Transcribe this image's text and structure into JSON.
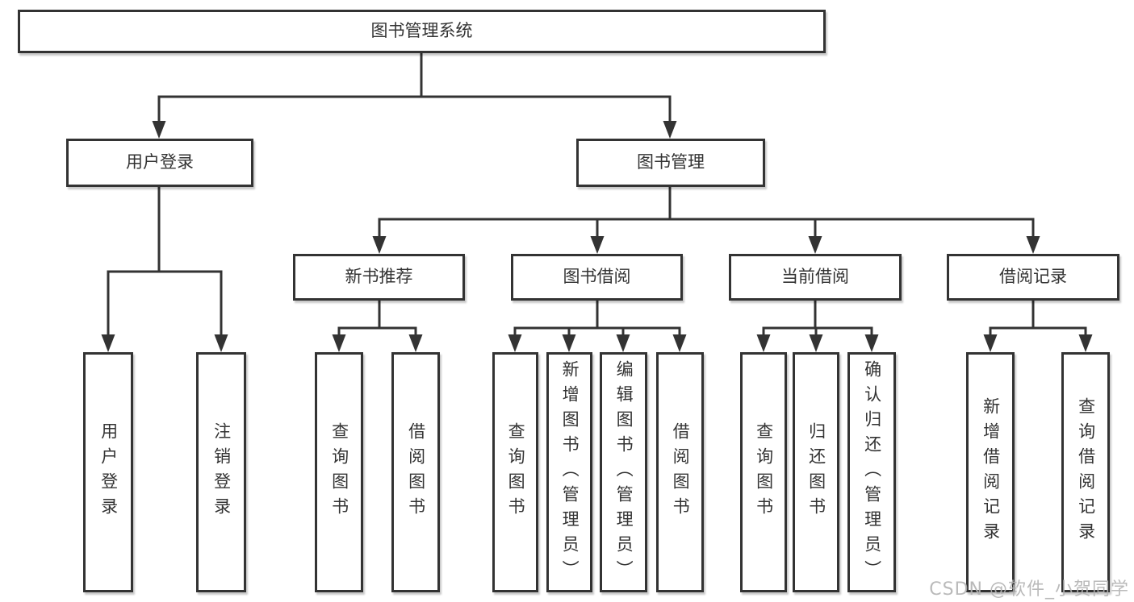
{
  "diagram": {
    "nodes": {
      "root": "图书管理系统",
      "user_login": "用户登录",
      "book_management": "图书管理",
      "new_book_recommend": "新书推荐",
      "book_borrowing": "图书借阅",
      "current_borrowing": "当前借阅",
      "borrowing_records": "借阅记录",
      "leaf_user_login": "用户登录",
      "leaf_logout": "注销登录",
      "leaf_nb_query_books": "查询图书",
      "leaf_nb_borrow_books": "借阅图书",
      "leaf_bb_query_books": "查询图书",
      "leaf_bb_add_books_admin": "新增图书（管理员）",
      "leaf_bb_edit_books_admin": "编辑图书（管理员）",
      "leaf_bb_borrow_books": "借阅图书",
      "leaf_cb_query_books": "查询图书",
      "leaf_cb_return_books": "归还图书",
      "leaf_cb_confirm_return_admin": "确认归还（管理员）",
      "leaf_br_add_record": "新增借阅记录",
      "leaf_br_query_record": "查询借阅记录"
    },
    "hierarchy": [
      {
        "parent": "图书管理系统",
        "children": [
          "用户登录",
          "图书管理"
        ]
      },
      {
        "parent": "用户登录",
        "children": [
          "用户登录",
          "注销登录"
        ]
      },
      {
        "parent": "图书管理",
        "children": [
          "新书推荐",
          "图书借阅",
          "当前借阅",
          "借阅记录"
        ]
      },
      {
        "parent": "新书推荐",
        "children": [
          "查询图书",
          "借阅图书"
        ]
      },
      {
        "parent": "图书借阅",
        "children": [
          "查询图书",
          "新增图书（管理员）",
          "编辑图书（管理员）",
          "借阅图书"
        ]
      },
      {
        "parent": "当前借阅",
        "children": [
          "查询图书",
          "归还图书",
          "确认归还（管理员）"
        ]
      },
      {
        "parent": "借阅记录",
        "children": [
          "新增借阅记录",
          "查询借阅记录"
        ]
      }
    ],
    "watermark": "CSDN @软件_小贺同学",
    "colors": {
      "line": "#333333",
      "border": "#333333",
      "text": "#333333",
      "background": "#ffffff",
      "watermark": "#b2b2b2"
    }
  }
}
